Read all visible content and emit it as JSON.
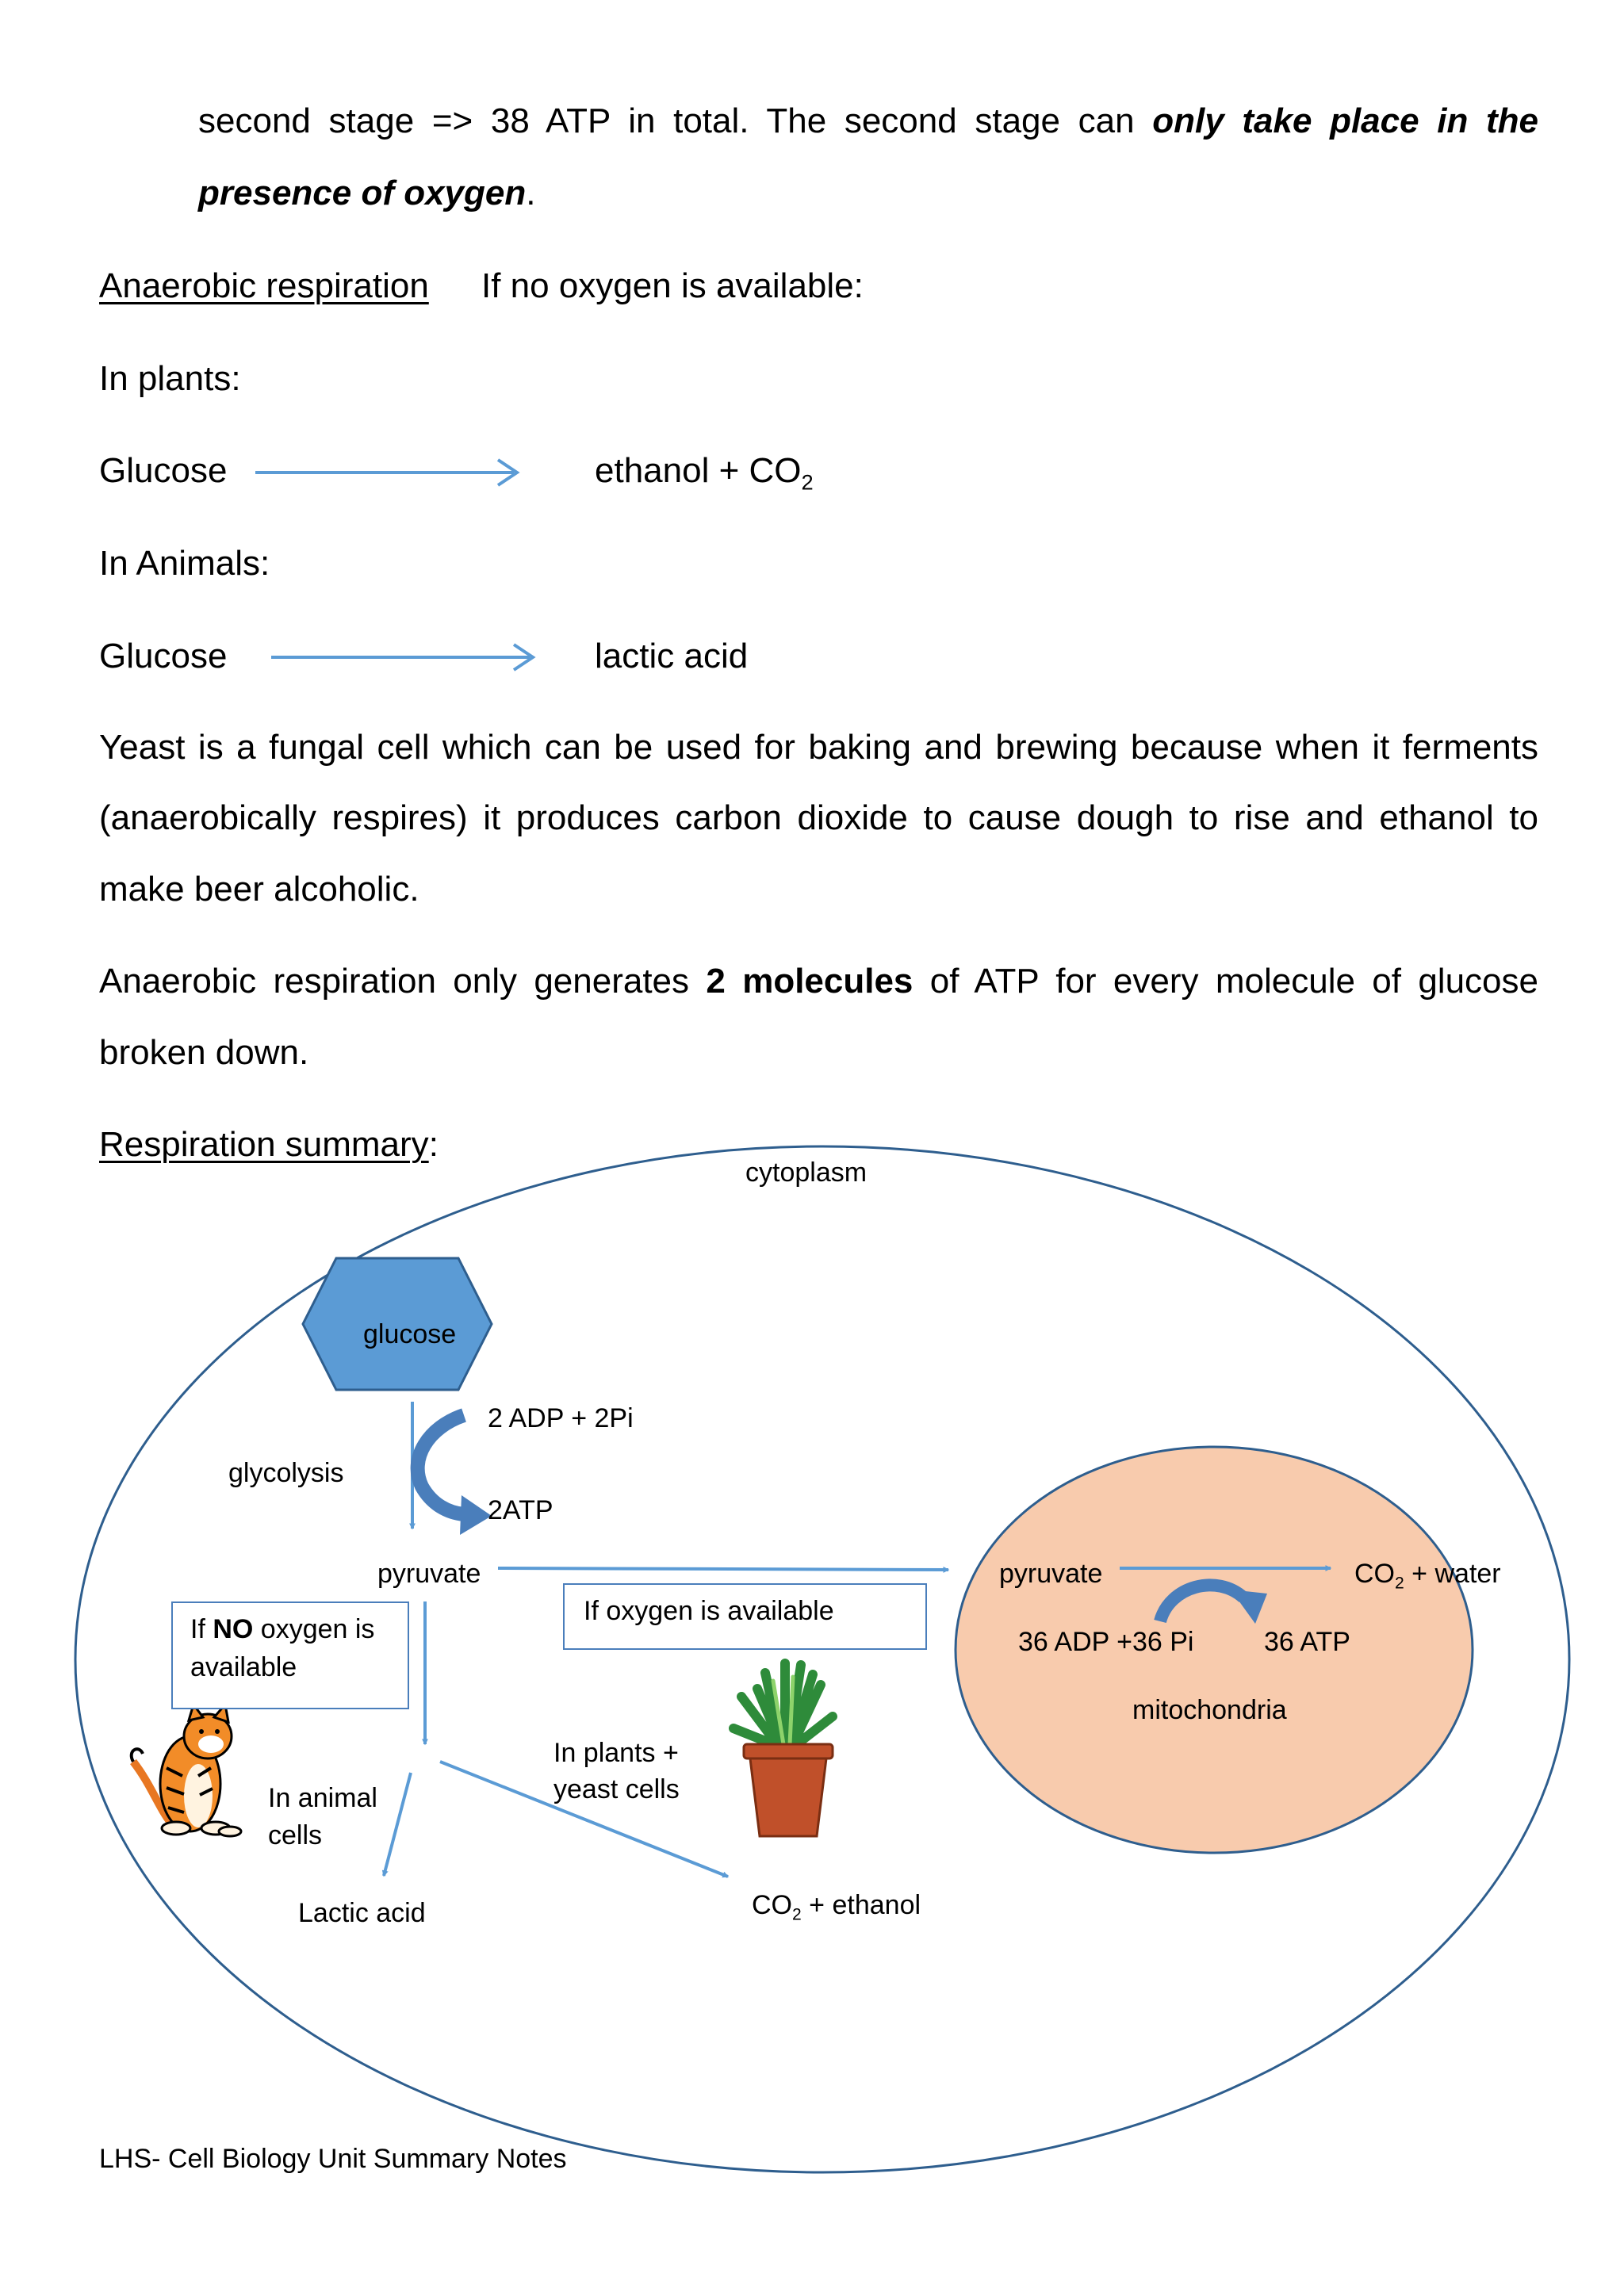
{
  "intro": {
    "line1_a": "second stage => 38 ATP in total.  The second stage can ",
    "line1_b": "only take place in the",
    "line2_a": "presence of oxygen",
    "line2_b": "."
  },
  "anaerobic": {
    "heading": "Anaerobic respiration",
    "condition": "If no oxygen is available:",
    "plants_label": "In plants:",
    "plants_reactant": "Glucose",
    "plants_product": "ethanol  +  CO",
    "plants_product_sub": "2",
    "animals_label": "In Animals:",
    "animals_reactant": "Glucose",
    "animals_product": "lactic acid"
  },
  "yeast": {
    "line1": "Yeast is a fungal cell which can be used for baking and brewing because when it ferments",
    "line2": "(anaerobically respires) it produces carbon dioxide to cause dough to rise and ethanol to",
    "line3": "make beer alcoholic."
  },
  "atp": {
    "line1_a": "Anaerobic respiration only generates ",
    "line1_b": "2 molecules",
    "line1_c": " of ATP for every molecule of glucose",
    "line2": "broken down."
  },
  "summary": {
    "heading": "Respiration summary",
    "heading_colon": ":"
  },
  "diagram": {
    "cytoplasm": "cytoplasm",
    "glucose": "glucose",
    "adp_in": "2 ADP + 2Pi",
    "atp_out": "2ATP",
    "glycolysis": "glycolysis",
    "pyruvate": "pyruvate",
    "oxygen_available": "If oxygen is available",
    "no_oxygen_a": "If ",
    "no_oxygen_b": "NO",
    "no_oxygen_c": " oxygen is",
    "no_oxygen_d": "available",
    "animal_cells_1": "In animal",
    "animal_cells_2": "cells",
    "lactic_acid": "Lactic acid",
    "plants_yeast_1": "In plants +",
    "plants_yeast_2": "yeast cells",
    "co2_ethanol_a": "CO",
    "co2_ethanol_sub": "2",
    "co2_ethanol_b": " + ethanol",
    "mito_pyruvate": "pyruvate",
    "co2_water_a": "CO",
    "co2_water_sub": "2",
    "co2_water_b": " + water",
    "mito_adp": "36 ADP +36 Pi",
    "mito_atp": "36 ATP",
    "mitochondria": "mitochondria",
    "colors": {
      "line": "#4a7ebb",
      "arrow": "#5b9bd5",
      "glucose_fill": "#5b9bd5",
      "mito_fill": "#f8cbad",
      "curved_arrow": "#4a7ebb"
    }
  },
  "footer": "LHS- Cell Biology Unit Summary Notes"
}
